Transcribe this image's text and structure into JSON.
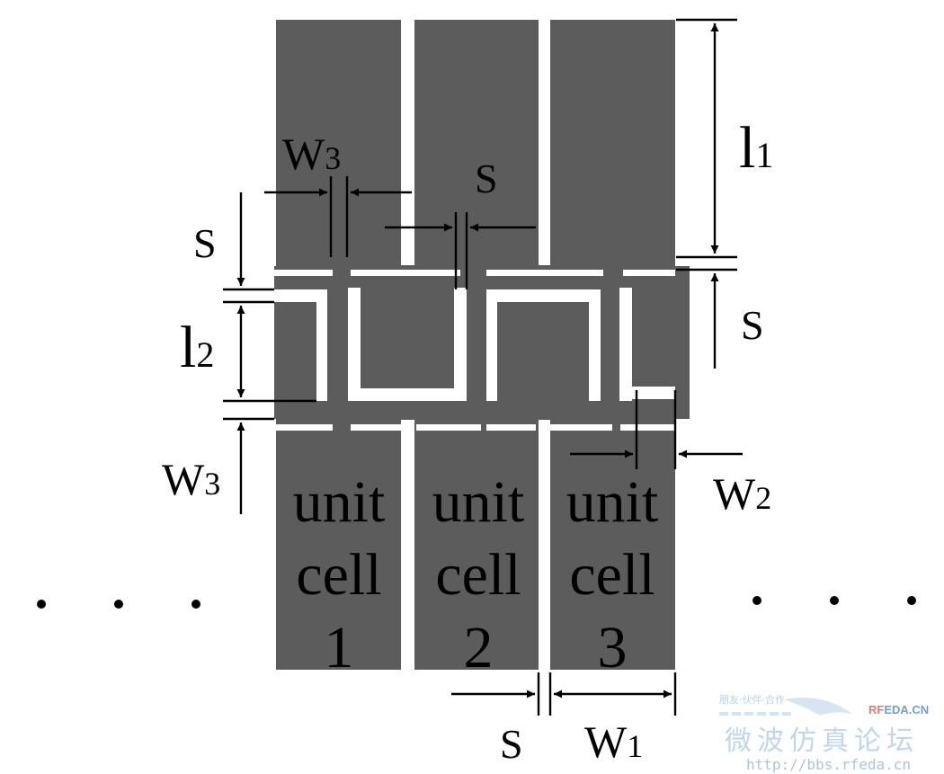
{
  "colors": {
    "metal": "#5c5c5c",
    "background": "#ffffff",
    "ink": "#000000",
    "watermark": "#bfd6ec",
    "watermark_logo_red": "#e07a7a",
    "watermark_logo_blue": "#6f9fd0"
  },
  "labels": {
    "l1": {
      "main": "l",
      "sub": "1"
    },
    "l2": {
      "main": "l",
      "sub": "2"
    },
    "w3_top": {
      "main": "W",
      "sub": "3"
    },
    "w3_left": {
      "main": "W",
      "sub": "3"
    },
    "w2": {
      "main": "W",
      "sub": "2"
    },
    "w1": {
      "main": "W",
      "sub": "1"
    },
    "s_top_left": "S",
    "s_top_mid": "S",
    "s_right": "S",
    "s_bottom": "S"
  },
  "cells": [
    {
      "line1": "unit",
      "line2": "cell",
      "line3": "1"
    },
    {
      "line1": "unit",
      "line2": "cell",
      "line3": "2"
    },
    {
      "line1": "unit",
      "line2": "cell",
      "line3": "3"
    }
  ],
  "watermark": {
    "tagline": "朋友·伙伴·合作",
    "logo_prefix": "RF",
    "logo_suffix": "EDA.CN",
    "title": "微波仿真论坛",
    "url": "http://bbs.rfeda.cn"
  }
}
